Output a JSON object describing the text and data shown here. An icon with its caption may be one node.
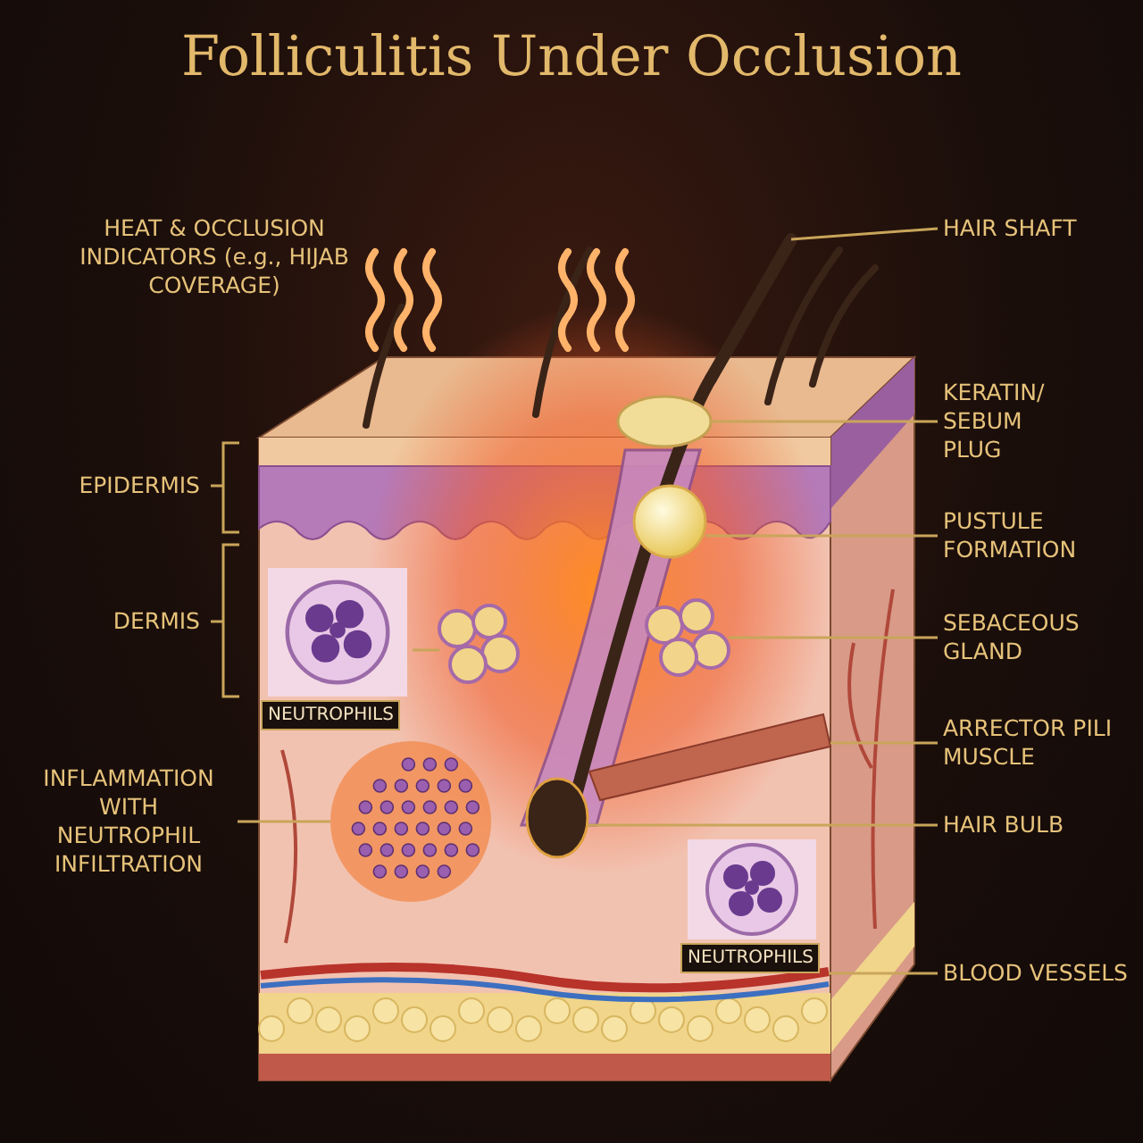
{
  "diagram": {
    "title": "Folliculitis Under Occlusion",
    "nodes": [
      {
        "text": [
          "HAIR SHAFT"
        ]
      },
      {
        "text": [
          "KERATIN/ SEBUM PLUG"
        ]
      },
      {
        "text": [
          "PUSTULE FORMATION"
        ]
      },
      {
        "text": [
          "NEUTROPHILS"
        ]
      },
      {
        "text": [
          "SEBACEOUS GLAND"
        ]
      },
      {
        "text": [
          "ARRECTOR PILI MUSCLE"
        ]
      },
      {
        "text": [
          "INFLAMMATION WITH NEUTROPHIL INFILTRATION"
        ]
      },
      {
        "text": [
          "HAIR BULB"
        ]
      },
      {
        "text": [
          "NEUTROPHILS"
        ]
      },
      {
        "text": [
          "BLOOD VESSELS"
        ]
      },
      {
        "text": [],
        "shape": "picture"
      },
      {
        "text": [],
        "shape": "picture"
      },
      {
        "text": [],
        "shape": "picture"
      },
      {
        "text": [],
        "shape": "picture"
      },
      {
        "text": [],
        "shape": "picture"
      },
      {
        "text": [],
        "shape": "picture"
      },
      {
        "text": [],
        "shape": "picture"
      },
      {
        "text": [],
        "shape": "picture"
      },
      {
        "text": [],
        "shape": "picture"
      }
    ],
    "edges": [
      {
        "from": 0,
        "to": 10,
        "arrow": "none"
      },
      {
        "from": 1,
        "to": 11,
        "arrow": "none"
      },
      {
        "from": 2,
        "to": 12,
        "arrow": "none"
      },
      {
        "from": 3,
        "to": 13,
        "arrow": "none"
      },
      {
        "from": 4,
        "to": 14,
        "arrow": "none"
      },
      {
        "from": 5,
        "to": 15,
        "arrow": "none"
      },
      {
        "from": 6,
        "to": 16,
        "arrow": "none"
      },
      {
        "from": 7,
        "to": 17,
        "arrow": "none"
      },
      {
        "from": 9,
        "to": 18,
        "arrow": "none"
      }
    ],
    "labels": [
      "HEAT & OCCLUSION INDICATORS (e.g., HIJAB COVERAGE)",
      "EPIDERMIS",
      "DERMIS"
    ]
  }
}
